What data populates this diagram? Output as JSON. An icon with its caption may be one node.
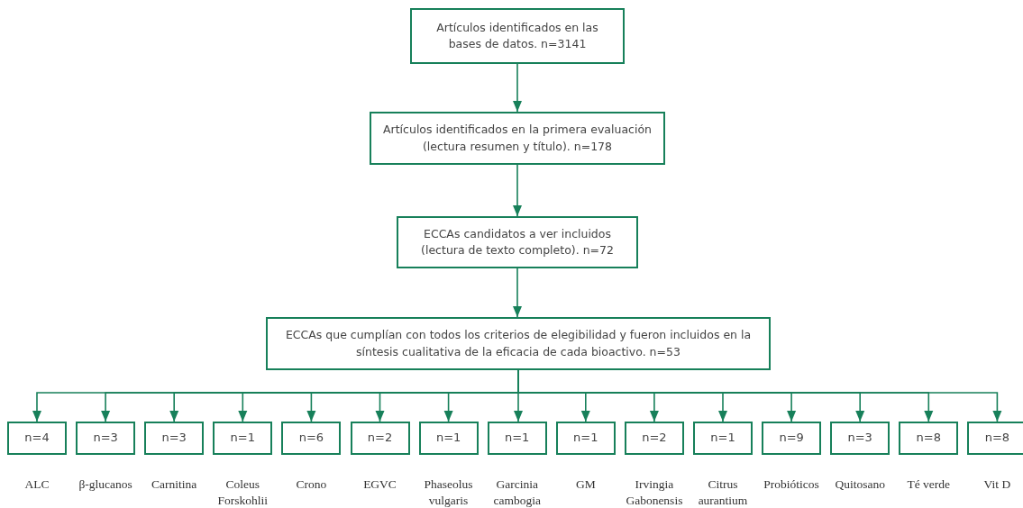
{
  "diagram": {
    "nodes": [
      {
        "text": [
          "Artículos identificados en las bases de datos. n=3141"
        ]
      },
      {
        "text": [
          "Artículos identificados en la primera evaluación (lectura resumen y título). n=178"
        ]
      },
      {
        "text": [
          "ECCAs candidatos a ver incluidos (lectura de texto completo). n=72"
        ]
      },
      {
        "text": [
          "ECCAs que cumplían con todos los criterios de elegibilidad y fueron incluidos en la síntesis cualitativa de la eficacia de cada bioactivo. n=53"
        ]
      },
      {
        "text": [
          "n=4"
        ],
        "beside": [
          "ALC"
        ]
      },
      {
        "text": [
          "n=3"
        ],
        "beside": [
          "β-glucanos"
        ]
      },
      {
        "text": [
          "n=3"
        ],
        "beside": [
          "Carnitina"
        ]
      },
      {
        "text": [
          "n=1"
        ],
        "beside": [
          "Coleus Forskohlii"
        ]
      },
      {
        "text": [
          "n=6"
        ],
        "beside": [
          "Crono"
        ]
      },
      {
        "text": [
          "n=2"
        ],
        "beside": [
          "EGVC"
        ]
      },
      {
        "text": [
          "n=1"
        ],
        "beside": [
          "Phaseolus vulgaris"
        ]
      },
      {
        "text": [
          "n=1"
        ],
        "beside": [
          "Garcinia cambogia"
        ]
      },
      {
        "text": [
          "n=1"
        ],
        "beside": [
          "GM"
        ]
      },
      {
        "text": [
          "n=2"
        ],
        "beside": [
          "Irvingia Gabonensis"
        ]
      },
      {
        "text": [
          "n=1"
        ],
        "beside": [
          "Citrus aurantium"
        ]
      },
      {
        "text": [
          "n=9"
        ],
        "beside": [
          "Probióticos"
        ]
      },
      {
        "text": [
          "n=3"
        ],
        "beside": [
          "Quitosano"
        ]
      },
      {
        "text": [
          "n=8"
        ],
        "beside": [
          "Té verde"
        ]
      },
      {
        "text": [
          "n=8"
        ],
        "beside": [
          "Vit D"
        ]
      }
    ],
    "edges": [
      {
        "from": 0,
        "to": 1,
        "arrow": "to"
      },
      {
        "from": 1,
        "to": 2,
        "arrow": "to"
      },
      {
        "from": 2,
        "to": 3,
        "arrow": "to"
      },
      {
        "from": 3,
        "to": 4,
        "arrow": "to"
      },
      {
        "from": 3,
        "to": 5,
        "arrow": "to"
      },
      {
        "from": 3,
        "to": 6,
        "arrow": "to"
      },
      {
        "from": 3,
        "to": 7,
        "arrow": "to"
      },
      {
        "from": 3,
        "to": 8,
        "arrow": "to"
      },
      {
        "from": 3,
        "to": 9,
        "arrow": "to"
      },
      {
        "from": 3,
        "to": 10,
        "arrow": "to"
      },
      {
        "from": 3,
        "to": 11,
        "arrow": "to"
      },
      {
        "from": 3,
        "to": 12,
        "arrow": "to"
      },
      {
        "from": 3,
        "to": 13,
        "arrow": "to"
      },
      {
        "from": 3,
        "to": 14,
        "arrow": "to"
      },
      {
        "from": 3,
        "to": 15,
        "arrow": "to"
      },
      {
        "from": 3,
        "to": 16,
        "arrow": "to"
      },
      {
        "from": 3,
        "to": 17,
        "arrow": "to"
      },
      {
        "from": 3,
        "to": 18,
        "arrow": "to"
      }
    ]
  }
}
